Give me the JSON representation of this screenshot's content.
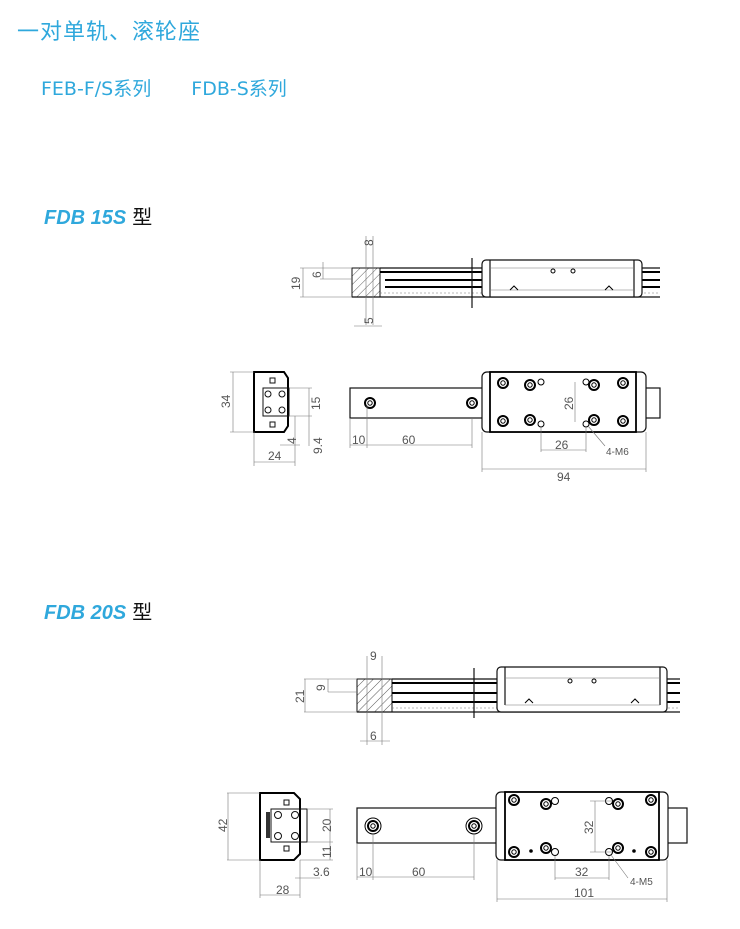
{
  "heading": {
    "title": "一对单轨、滚轮座",
    "series": [
      "FEB-F/S系列",
      "FDB-S系列"
    ]
  },
  "colors": {
    "accent": "#2fa8dc",
    "line": "#111111",
    "dimension": "#555555"
  },
  "models": [
    {
      "name": "FDB 15S",
      "suffix": "型",
      "side_dims": {
        "height": "19",
        "upper": "6",
        "top_width": "8",
        "bottom_width": "5"
      },
      "end_dims": {
        "height": "34",
        "rail": "15",
        "offset": "9.4",
        "gap": "4",
        "width": "24"
      },
      "top_dims": {
        "edge": "10",
        "pitch": "60",
        "hole_x": "26",
        "hole_y": "26",
        "thread": "4-M6",
        "length": "94"
      }
    },
    {
      "name": "FDB 20S",
      "suffix": "型",
      "side_dims": {
        "height": "21",
        "upper": "9",
        "top_width": "9",
        "bottom_width": "6"
      },
      "end_dims": {
        "height": "42",
        "rail": "20",
        "offset": "11",
        "gap": "3.6",
        "width": "28"
      },
      "top_dims": {
        "edge": "10",
        "pitch": "60",
        "hole_x": "32",
        "hole_y": "32",
        "thread": "4-M5",
        "length": "101"
      }
    }
  ]
}
